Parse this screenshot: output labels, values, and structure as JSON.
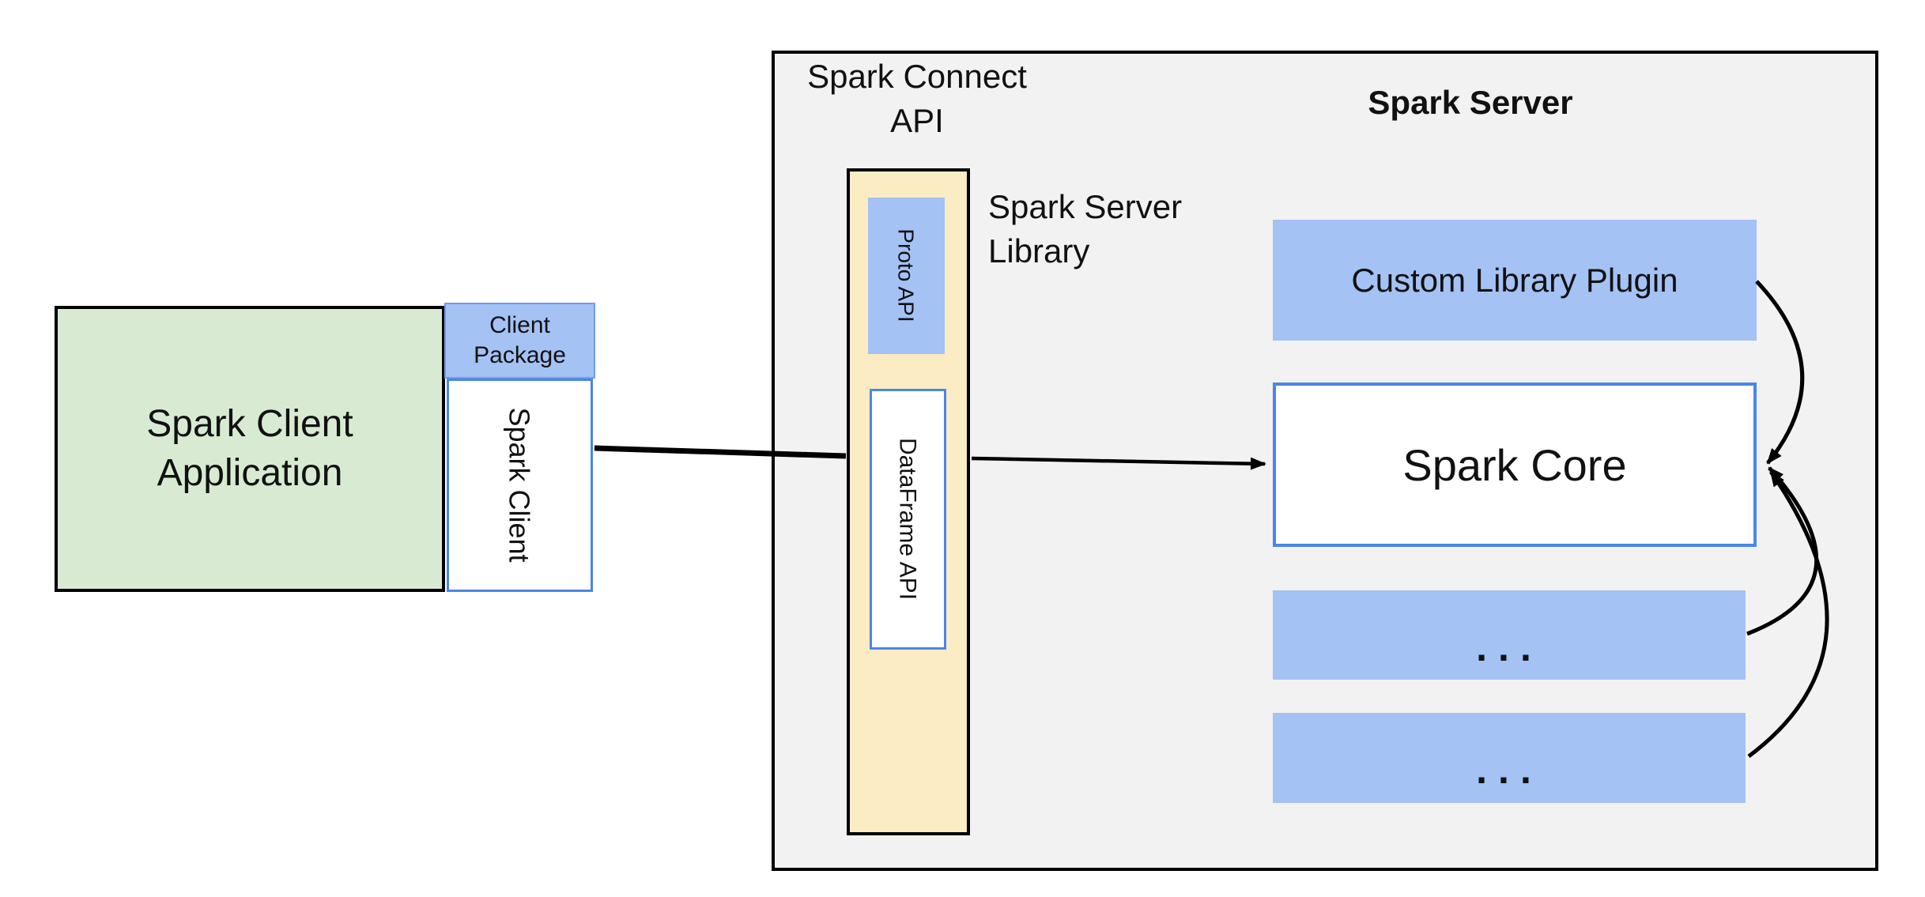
{
  "diagram": {
    "colors": {
      "container_fill": "#f2f2f2",
      "blue_fill": "#a4c2f4",
      "blue_border": "#4a86e8",
      "client_package_border": "#6d9eeb",
      "green_fill": "#d9ead3",
      "yellow_fill": "#fcecc3",
      "arrow_color": "#000000"
    },
    "client_app": {
      "line1": "Spark Client",
      "line2": "Application"
    },
    "client_package": {
      "line1": "Client",
      "line2": "Package"
    },
    "spark_client": {
      "label": "Spark Client"
    },
    "connect_api_label": {
      "line1": "Spark Connect",
      "line2": "API"
    },
    "server_title": "Spark Server",
    "server_library_label": {
      "line1": "Spark Server",
      "line2": "Library"
    },
    "proto_api": {
      "label": "Proto  API"
    },
    "dataframe_api": {
      "label": "DataFrame API"
    },
    "custom_plugin": {
      "label": "Custom Library Plugin"
    },
    "spark_core": {
      "label": "Spark Core"
    },
    "ellipsis_box_1": {
      "label": "..."
    },
    "ellipsis_box_2": {
      "label": "..."
    }
  }
}
